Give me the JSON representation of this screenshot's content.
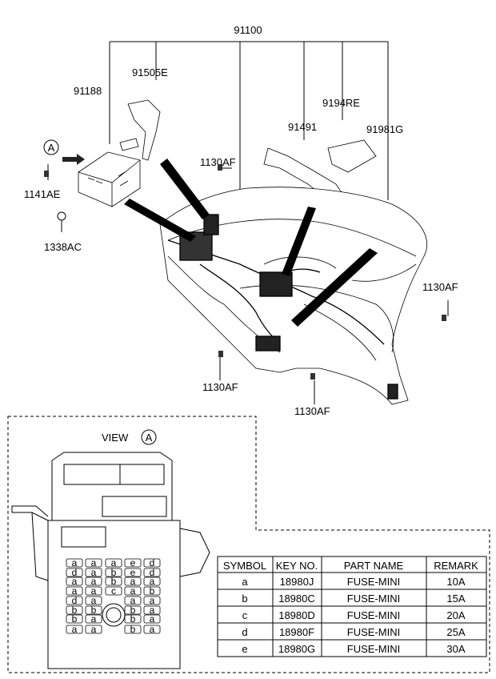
{
  "callouts": {
    "main": "91100",
    "p91505E": "91505E",
    "p91188": "91188",
    "p9194RE": "9194RE",
    "p91491": "91491",
    "p91981G": "91981G",
    "p1130AF_a": "1130AF",
    "p1130AF_b": "1130AF",
    "p1130AF_c": "1130AF",
    "p1130AF_d": "1130AF",
    "p1141AE": "1141AE",
    "p1338AC": "1338AC",
    "viewA_marker": "A"
  },
  "view": {
    "label": "VIEW",
    "marker": "A"
  },
  "fuse_grid": [
    [
      "a",
      "a",
      "a",
      "e",
      "d"
    ],
    [
      "d",
      "a",
      "b",
      "e",
      "d"
    ],
    [
      "a",
      "a",
      "b",
      "a",
      "a"
    ],
    [
      "a",
      "a",
      "c",
      "a",
      "b"
    ],
    [
      "d",
      "a",
      "",
      "a",
      "a"
    ],
    [
      "b",
      "b",
      "",
      "b",
      "a"
    ],
    [
      "b",
      "a",
      "",
      "b",
      "a"
    ],
    [
      "a",
      "a",
      "",
      "b",
      "a"
    ]
  ],
  "table": {
    "headers": [
      "SYMBOL",
      "KEY NO.",
      "PART NAME",
      "REMARK"
    ],
    "rows": [
      [
        "a",
        "18980J",
        "FUSE-MINI",
        "10A"
      ],
      [
        "b",
        "18980C",
        "FUSE-MINI",
        "15A"
      ],
      [
        "c",
        "18980D",
        "FUSE-MINI",
        "20A"
      ],
      [
        "d",
        "18980F",
        "FUSE-MINI",
        "25A"
      ],
      [
        "e",
        "18980G",
        "FUSE-MINI",
        "30A"
      ]
    ]
  }
}
